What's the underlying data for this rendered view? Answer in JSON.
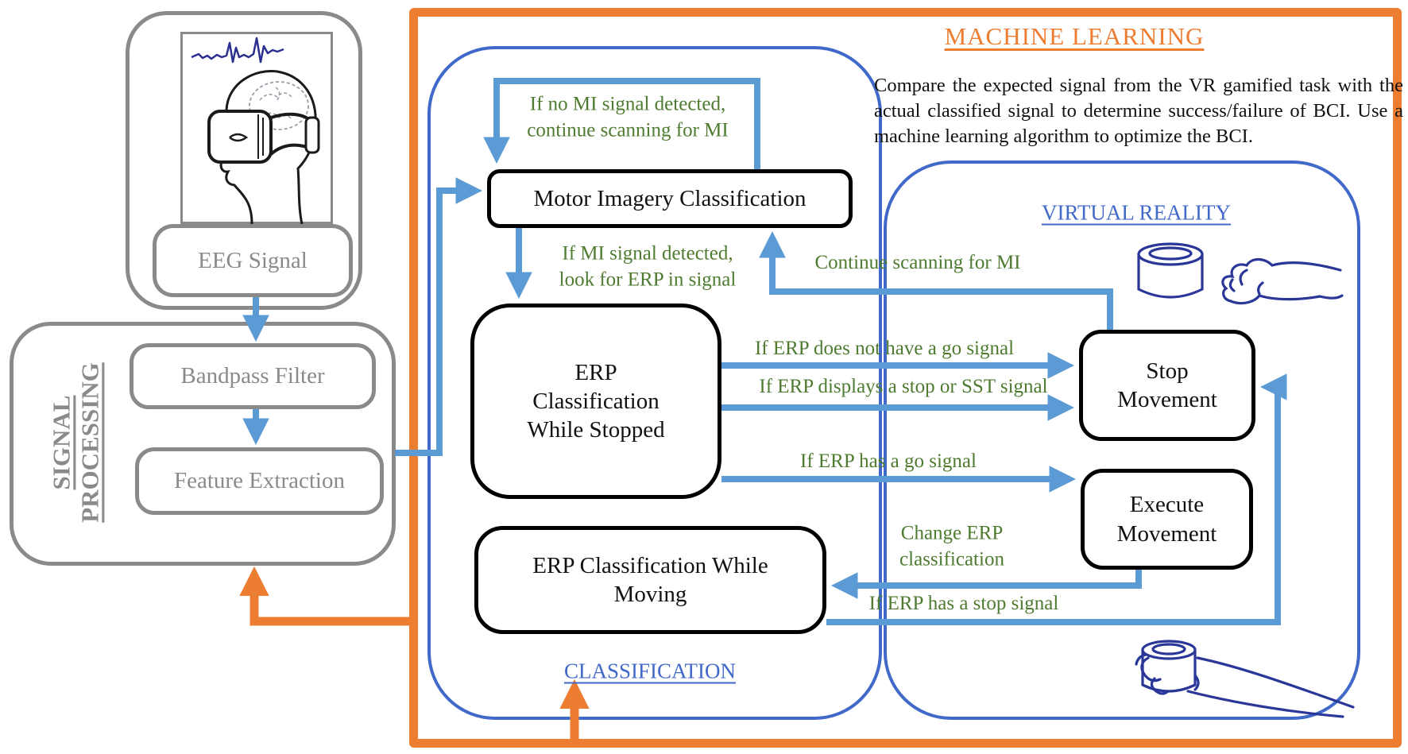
{
  "titles": {
    "machine_learning": "MACHINE LEARNING",
    "virtual_reality": "VIRTUAL REALITY",
    "classification": "CLASSIFICATION",
    "signal_processing": "SIGNAL\nPROCESSING"
  },
  "description": "Compare the expected signal from the VR gamified task with the actual classified signal to determine success/failure of BCI. Use a machine learning algorithm to optimize the BCI.",
  "nodes": {
    "eeg_signal": "EEG Signal",
    "bandpass_filter": "Bandpass Filter",
    "feature_extraction": "Feature Extraction",
    "motor_imagery": "Motor Imagery Classification",
    "erp_stopped": "ERP\nClassification\nWhile Stopped",
    "erp_moving": "ERP Classification While\nMoving",
    "stop_movement": "Stop\nMovement",
    "execute_movement": "Execute\nMovement"
  },
  "edge_labels": {
    "no_mi": "If no MI signal detected,\ncontinue scanning for MI",
    "mi_detected": "If MI signal detected,\nlook for ERP in signal",
    "continue_scanning": "Continue scanning for MI",
    "no_go": "If ERP does not have a go signal",
    "stop_sst": "If ERP displays a stop or SST signal",
    "go": "If ERP has a go signal",
    "change_erp": "Change ERP\nclassification",
    "stop_signal": "If ERP has a stop signal"
  },
  "icons": {
    "head_vr": "person-wearing-vr-headset-with-brain-and-eeg-trace",
    "vr_object": "cylinder-and-reaching-hand",
    "vr_grasp": "hand-grasping-cylinder"
  },
  "colors": {
    "orange": "#ed7d31",
    "blue": "#4169c9",
    "light_blue": "#5b9bd5",
    "green": "#4e7b30",
    "gray": "#828282",
    "navy": "#2b3798",
    "black": "#000000"
  }
}
